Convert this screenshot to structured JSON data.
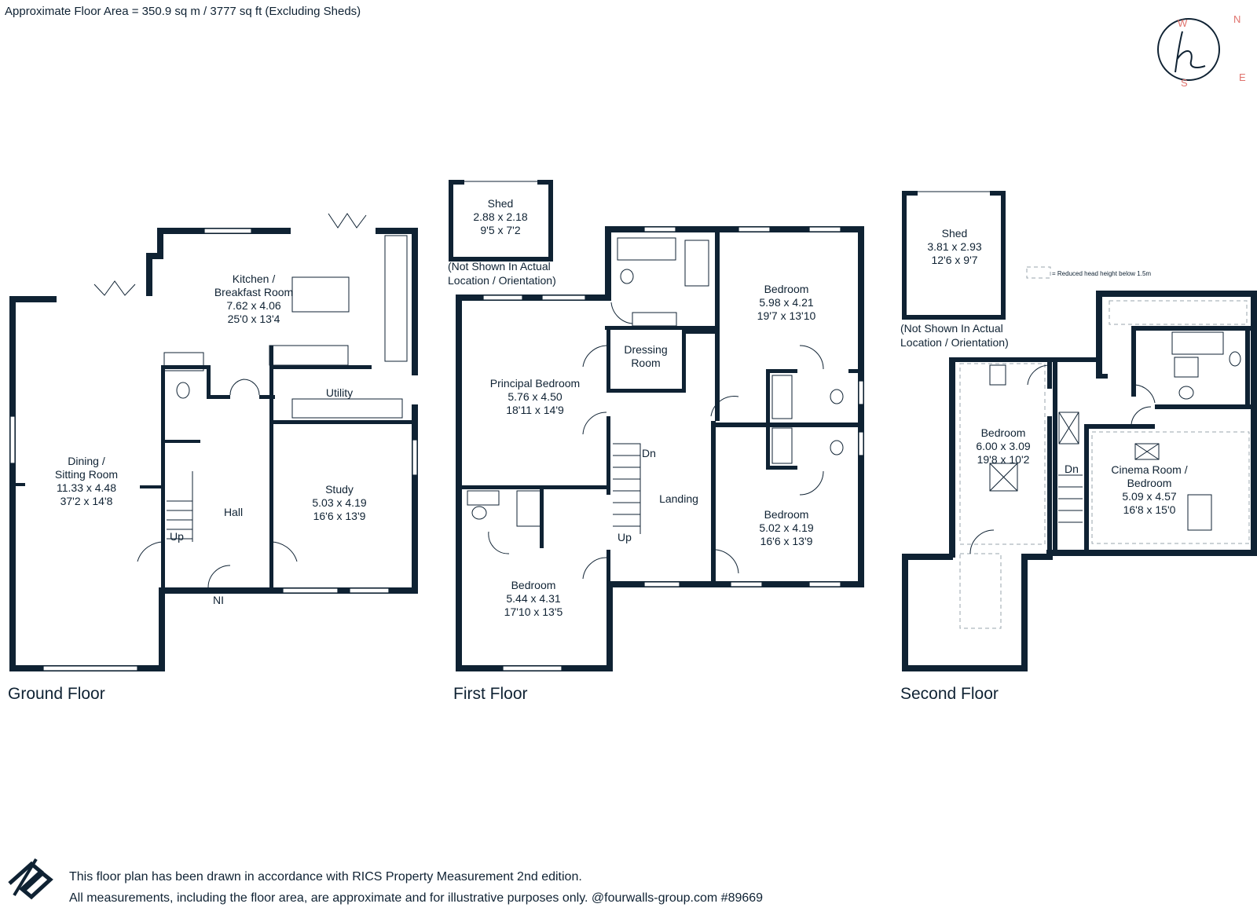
{
  "header": {
    "floor_area": "Approximate Floor Area = 350.9 sq m / 3777 sq ft (Excluding Sheds)"
  },
  "compass": {
    "n": "N",
    "e": "E",
    "s": "S",
    "w": "W",
    "logo_letter": "h"
  },
  "legend": {
    "reduced_head_height": "= Reduced head height below 1.5m"
  },
  "ground_floor": {
    "label": "Ground Floor",
    "kitchen": {
      "name1": "Kitchen /",
      "name2": "Breakfast Room",
      "metric": "7.62 x 4.06",
      "imperial": "25'0 x 13'4"
    },
    "utility": {
      "name": "Utility"
    },
    "dining": {
      "name1": "Dining /",
      "name2": "Sitting Room",
      "metric": "11.33 x 4.48",
      "imperial": "37'2 x 14'8"
    },
    "hall": {
      "name": "Hall"
    },
    "study": {
      "name": "Study",
      "metric": "5.03 x 4.19",
      "imperial": "16'6 x 13'9"
    },
    "stairs_up": "Up",
    "entrance": "NI"
  },
  "first_floor": {
    "label": "First Floor",
    "shed": {
      "name": "Shed",
      "metric": "2.88 x 2.18",
      "imperial": "9'5 x 7'2",
      "note1": "(Not Shown In Actual",
      "note2": "Location / Orientation)"
    },
    "principal": {
      "name": "Principal Bedroom",
      "metric": "5.76 x 4.50",
      "imperial": "18'11 x 14'9"
    },
    "dressing": {
      "name1": "Dressing",
      "name2": "Room"
    },
    "bedroom_ne": {
      "name": "Bedroom",
      "metric": "5.98 x 4.21",
      "imperial": "19'7 x 13'10"
    },
    "bedroom_se": {
      "name": "Bedroom",
      "metric": "5.02 x 4.19",
      "imperial": "16'6 x 13'9"
    },
    "bedroom_sw": {
      "name": "Bedroom",
      "metric": "5.44 x 4.31",
      "imperial": "17'10 x 13'5"
    },
    "landing": {
      "name": "Landing"
    },
    "stairs_dn": "Dn",
    "stairs_up": "Up"
  },
  "second_floor": {
    "label": "Second Floor",
    "shed": {
      "name": "Shed",
      "metric": "3.81 x 2.93",
      "imperial": "12'6 x 9'7",
      "note1": "(Not Shown In Actual",
      "note2": "Location / Orientation)"
    },
    "bedroom": {
      "name": "Bedroom",
      "metric": "6.00 x 3.09",
      "imperial": "19'8 x 10'2"
    },
    "cinema": {
      "name1": "Cinema Room /",
      "name2": "Bedroom",
      "metric": "5.09 x 4.57",
      "imperial": "16'8 x 15'0"
    },
    "stairs_dn": "Dn"
  },
  "footer": {
    "line1": "This floor plan has been drawn in accordance with RICS Property Measurement 2nd edition.",
    "line2": "All measurements, including the floor area, are approximate and for illustrative purposes only. @fourwalls-group.com #89669"
  },
  "colors": {
    "ink": "#0f2233",
    "compass_accent": "#e0736d",
    "dash": "#9aa4ad"
  }
}
